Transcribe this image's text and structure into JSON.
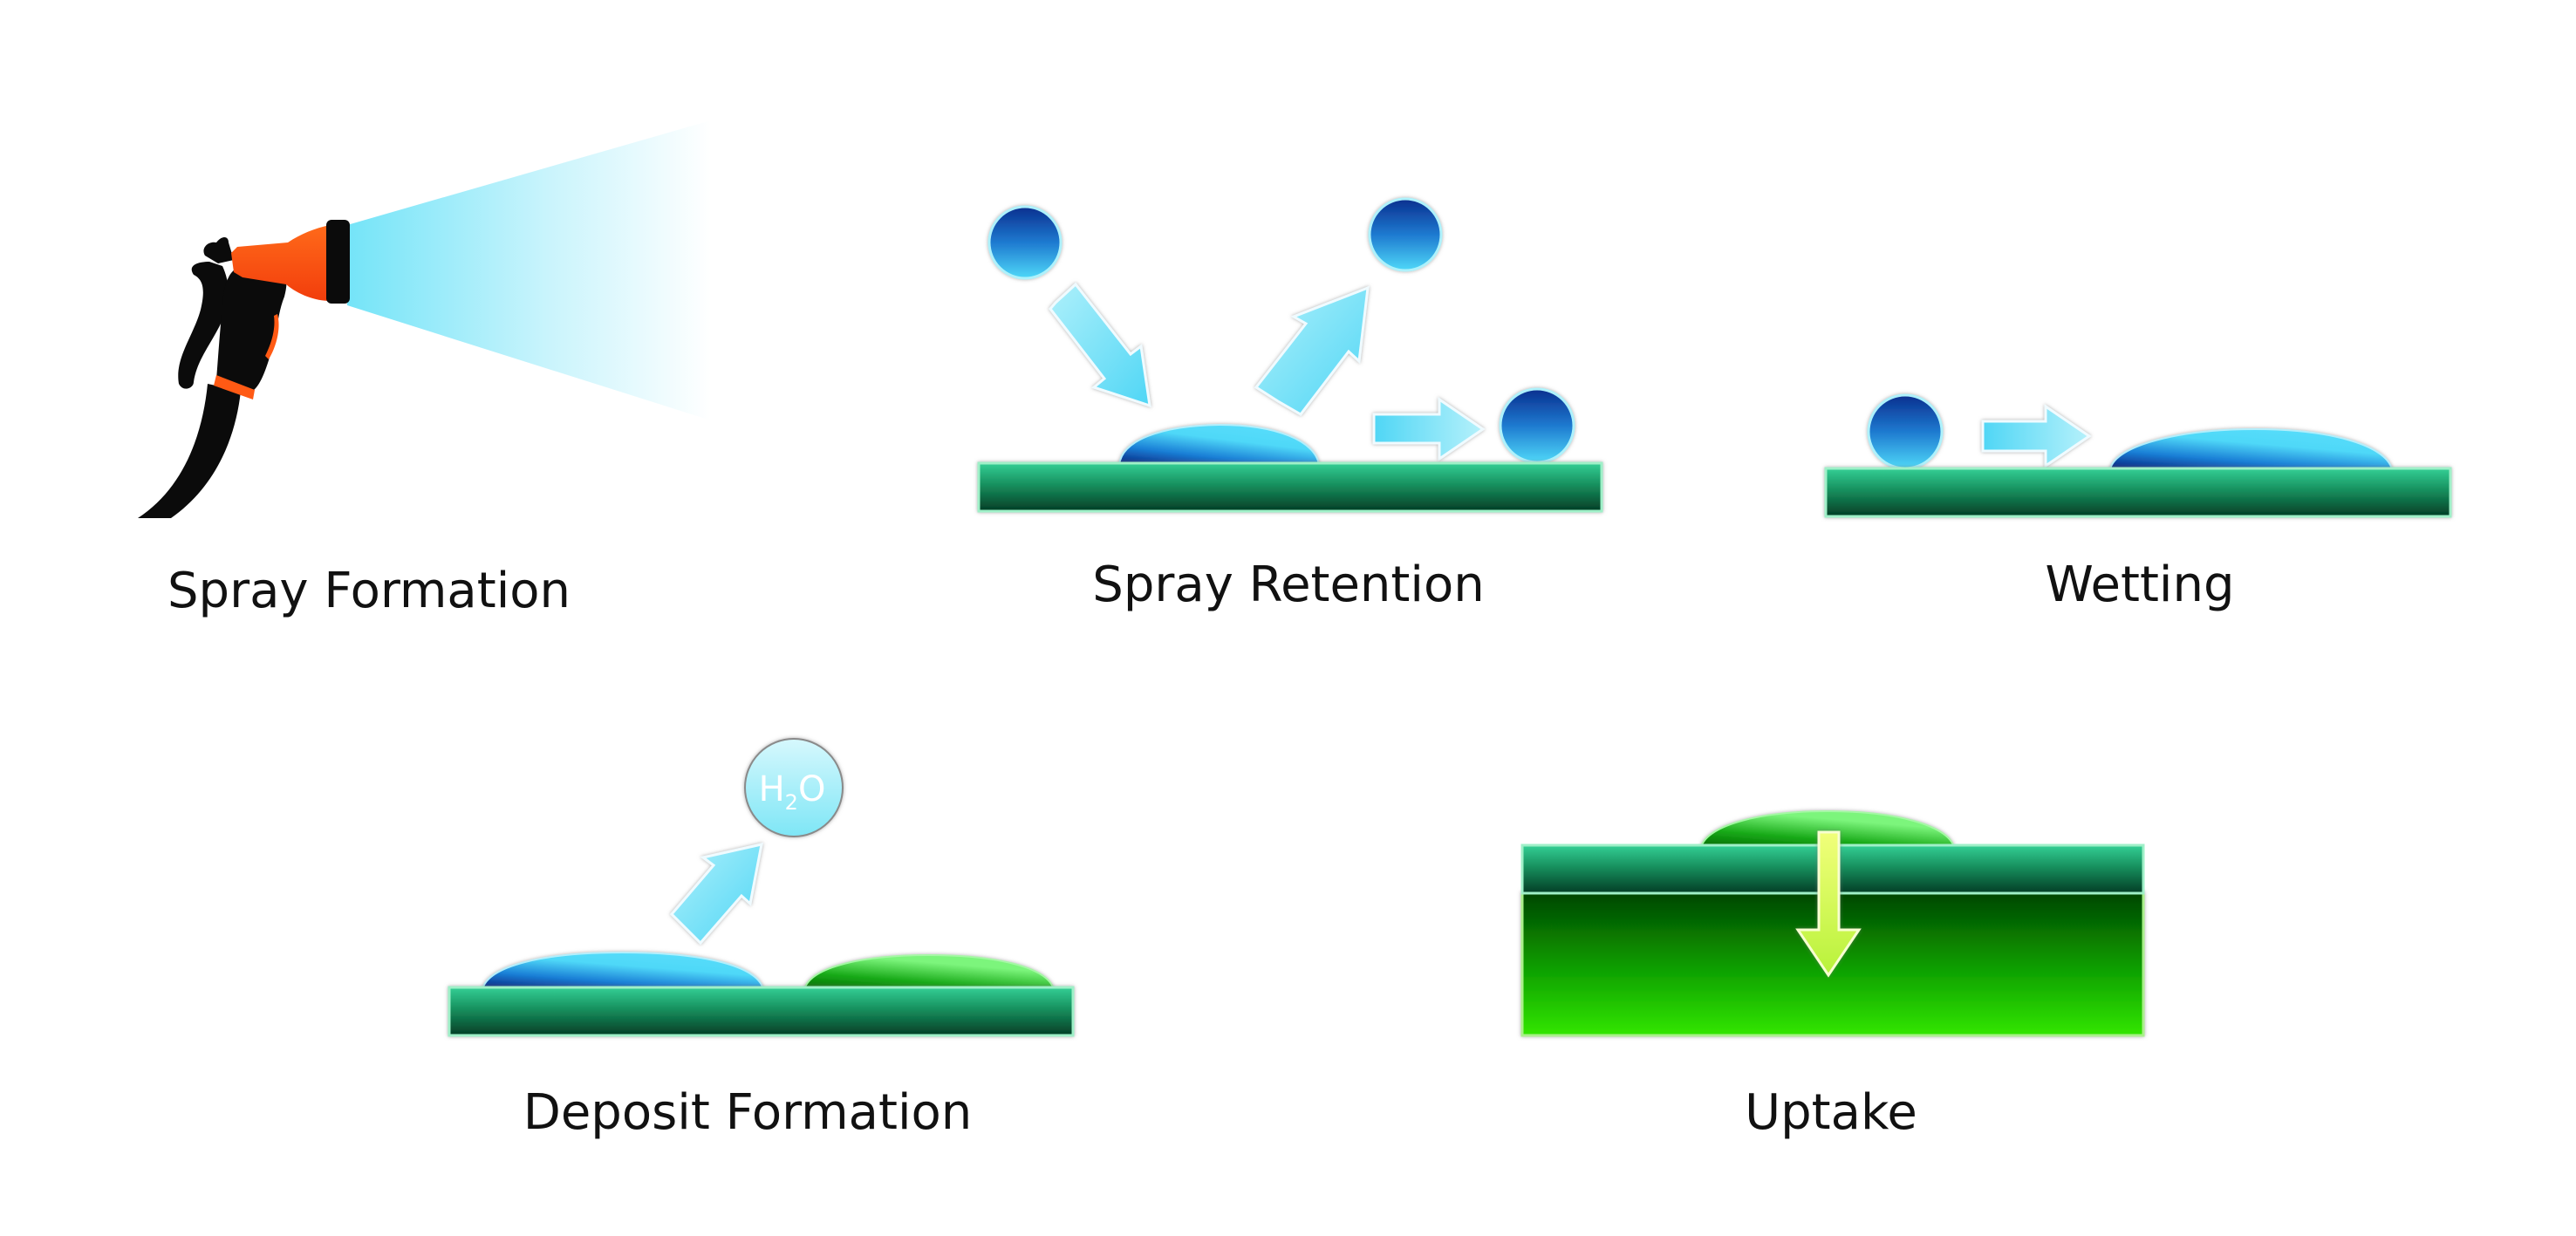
{
  "title": "Stages of spray application on a plant surface",
  "stages": [
    {
      "id": "spray-formation",
      "label": "Spray Formation"
    },
    {
      "id": "spray-retention",
      "label": "Spray Retention"
    },
    {
      "id": "wetting",
      "label": "Wetting"
    },
    {
      "id": "deposit-formation",
      "label": "Deposit Formation",
      "molecule_label": "H",
      "molecule_subscript": "2",
      "molecule_suffix": "O"
    },
    {
      "id": "uptake",
      "label": "Uptake"
    }
  ],
  "colors": {
    "droplet_dark": "#0a2f8f",
    "droplet_light": "#4fd8f8",
    "arrow": "#8be4f6",
    "surface_top": "#34cf95",
    "surface_bottom": "#033d25",
    "deposit_green_dark": "#078a07",
    "deposit_green_light": "#7cf57c",
    "tissue_top": "#034503",
    "tissue_bottom": "#33e600",
    "uptake_arrow": "#ddfa55",
    "nozzle": "#ff5a14",
    "gun": "#0b0b0b",
    "spray": "#7ae6f8"
  }
}
